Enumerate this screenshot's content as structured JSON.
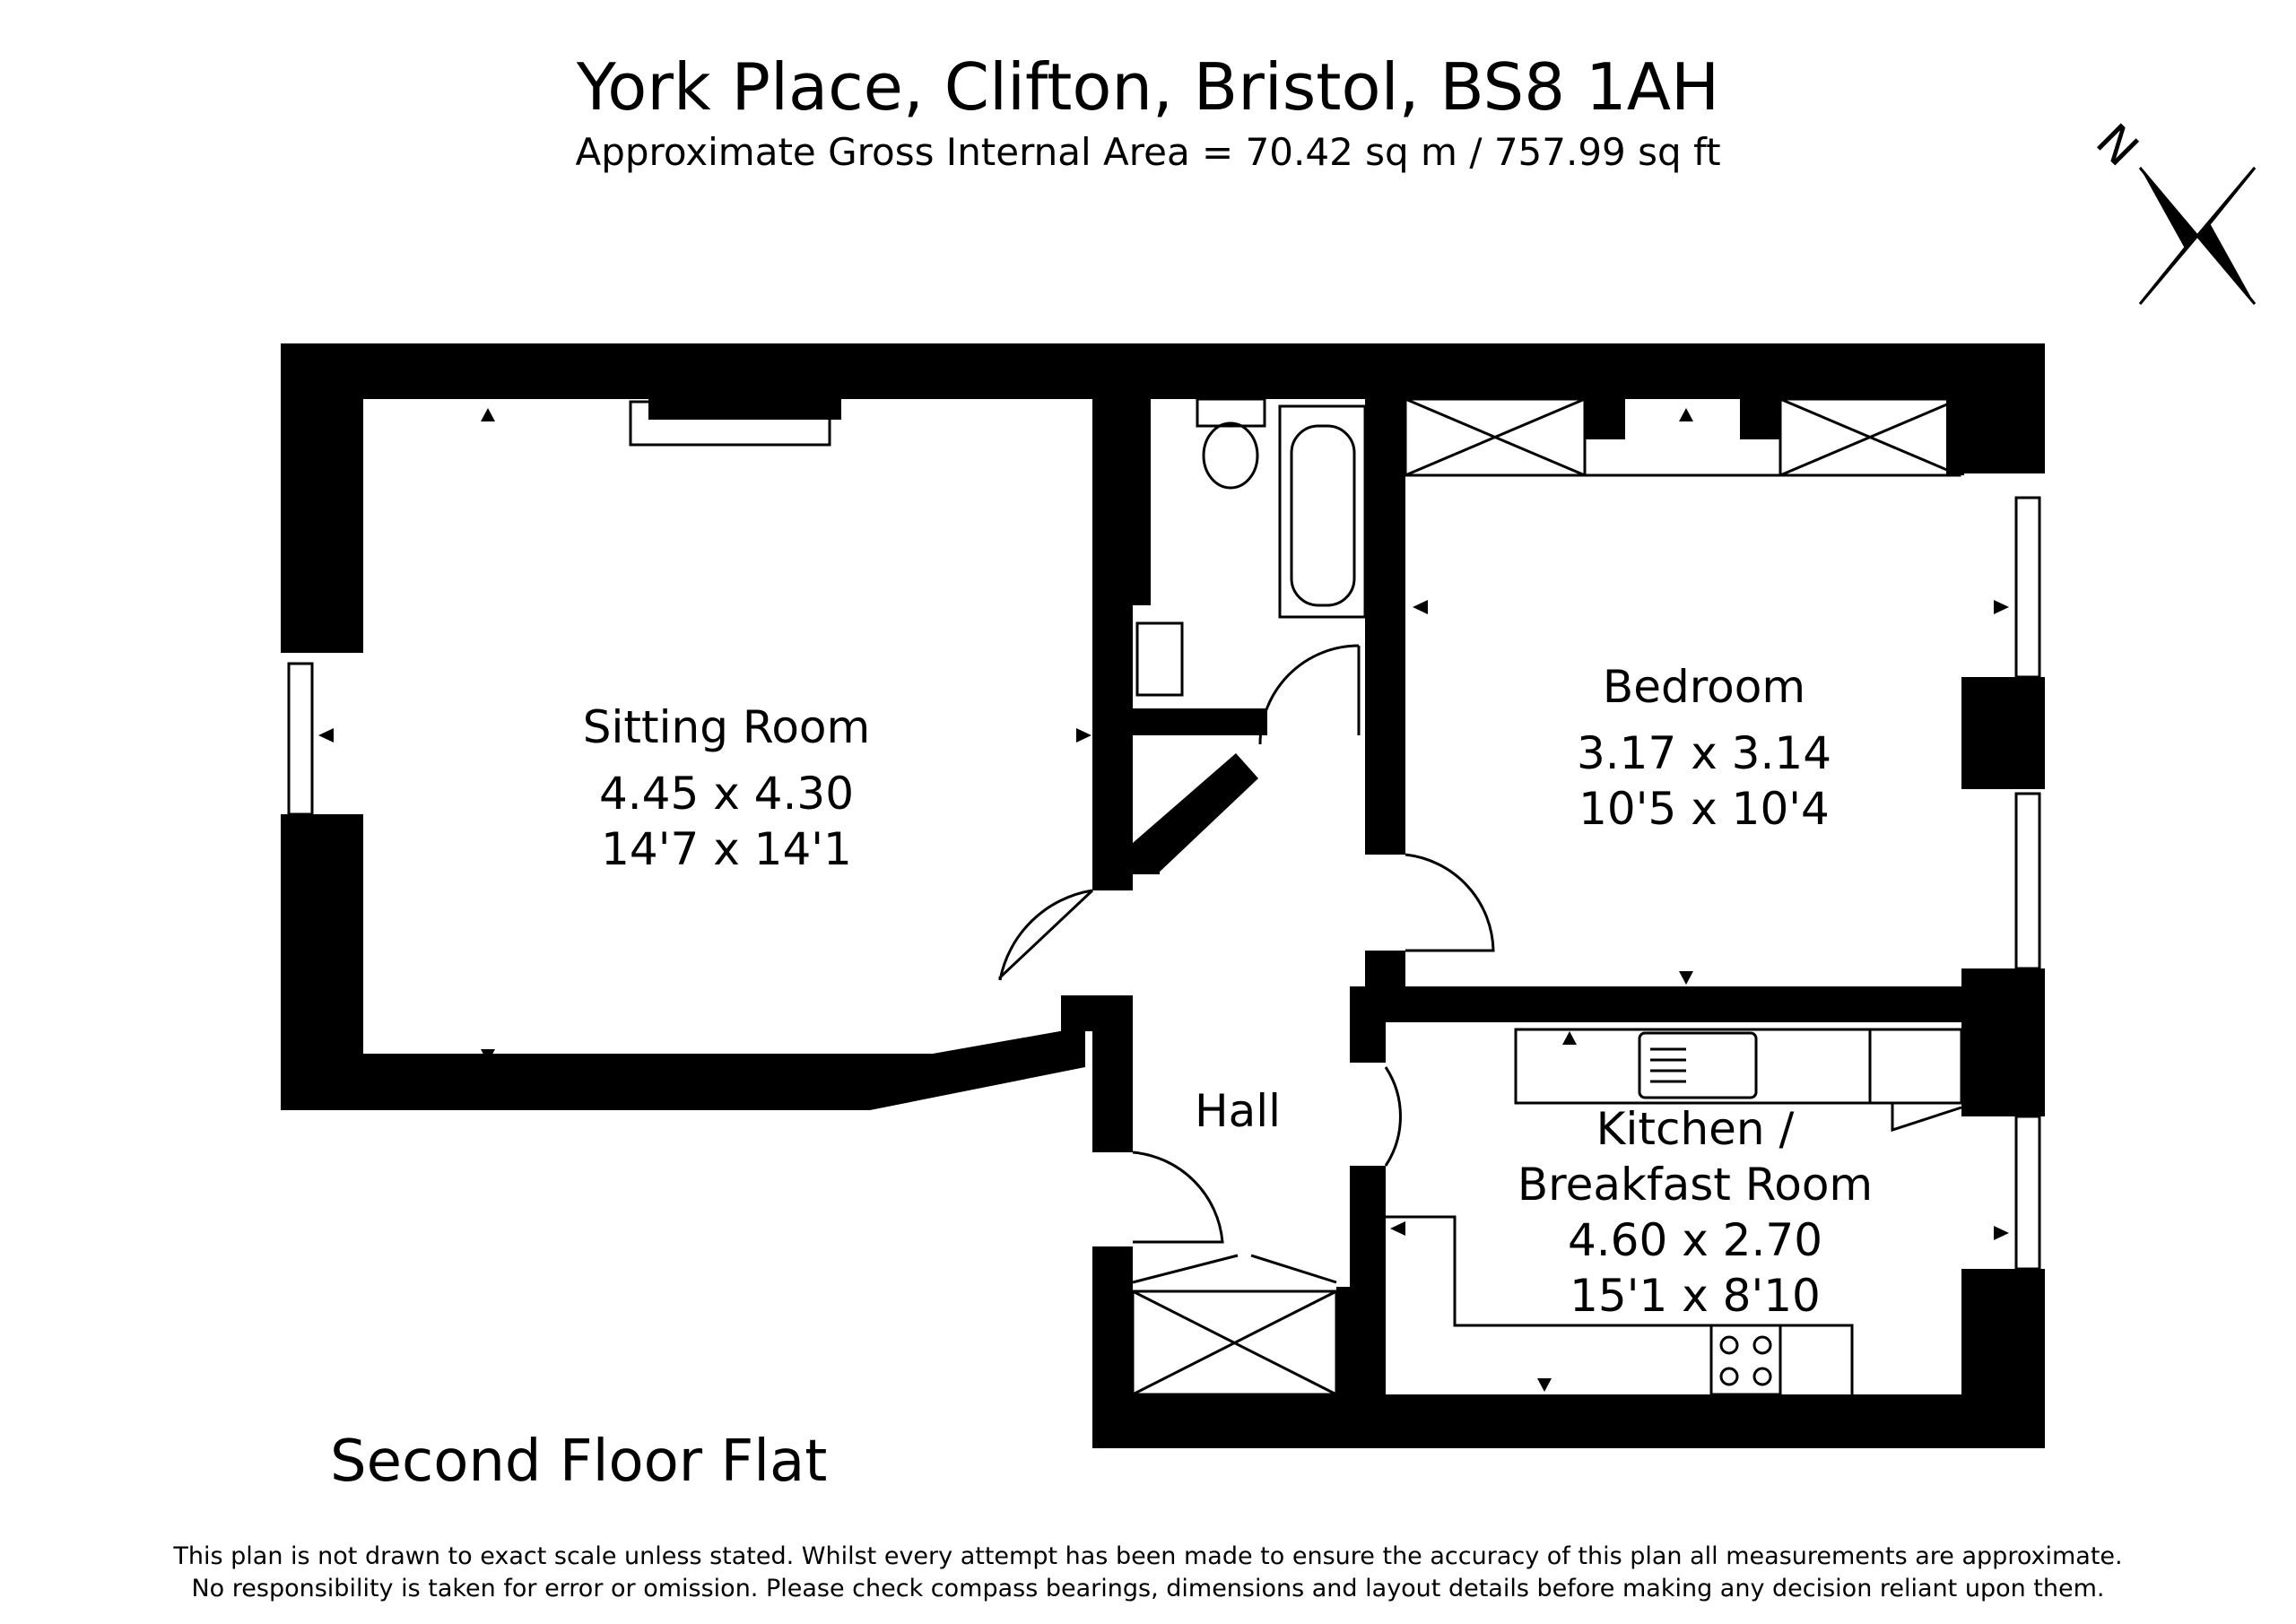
{
  "header": {
    "title": "York Place, Clifton, Bristol, BS8 1AH",
    "subtitle": "Approximate Gross Internal Area = 70.42 sq m / 757.99 sq ft"
  },
  "compass": {
    "letter": "N",
    "icon": "compass-rose-icon"
  },
  "rooms": {
    "sitting": {
      "name": "Sitting Room",
      "metric": "4.45 x 4.30",
      "imperial": "14'7 x 14'1"
    },
    "bedroom": {
      "name": "Bedroom",
      "metric": "3.17 x 3.14",
      "imperial": "10'5 x 10'4"
    },
    "hall": {
      "name": "Hall"
    },
    "kitchen": {
      "name_line1": "Kitchen /",
      "name_line2": "Breakfast Room",
      "metric": "4.60 x 2.70",
      "imperial": "15'1 x 8'10"
    }
  },
  "floor_label": "Second Floor Flat",
  "disclaimer": {
    "line1": "This plan is not drawn to exact scale unless stated.  Whilst every attempt has been made to ensure the accuracy of this plan all measurements are approximate.",
    "line2": "No responsibility is taken for error or omission.  Please check compass bearings, dimensions and layout details before making any decision reliant upon them."
  },
  "colors": {
    "wall": "#000000",
    "background": "#ffffff",
    "line": "#000000"
  }
}
